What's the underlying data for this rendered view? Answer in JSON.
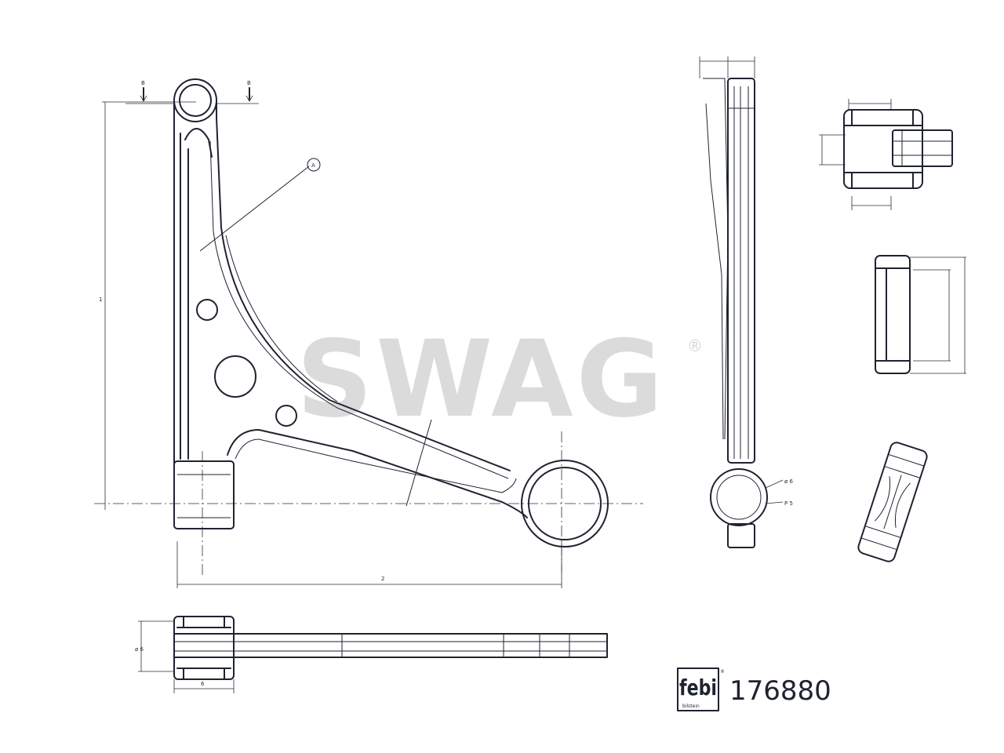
{
  "drawing": {
    "watermark": "SWAG",
    "watermark_mark": "®",
    "part_number": "176880",
    "brand_logo": {
      "name": "febi",
      "tagline": "bilstein",
      "mark": "®"
    },
    "labels": {
      "section_left": "B",
      "section_right": "B",
      "callout": "A",
      "height_dim": "1",
      "width_dim": "2",
      "dia_small": "ø 6",
      "dia_big": "P 5",
      "thickness": "ø 6",
      "bush_width": "6"
    }
  }
}
